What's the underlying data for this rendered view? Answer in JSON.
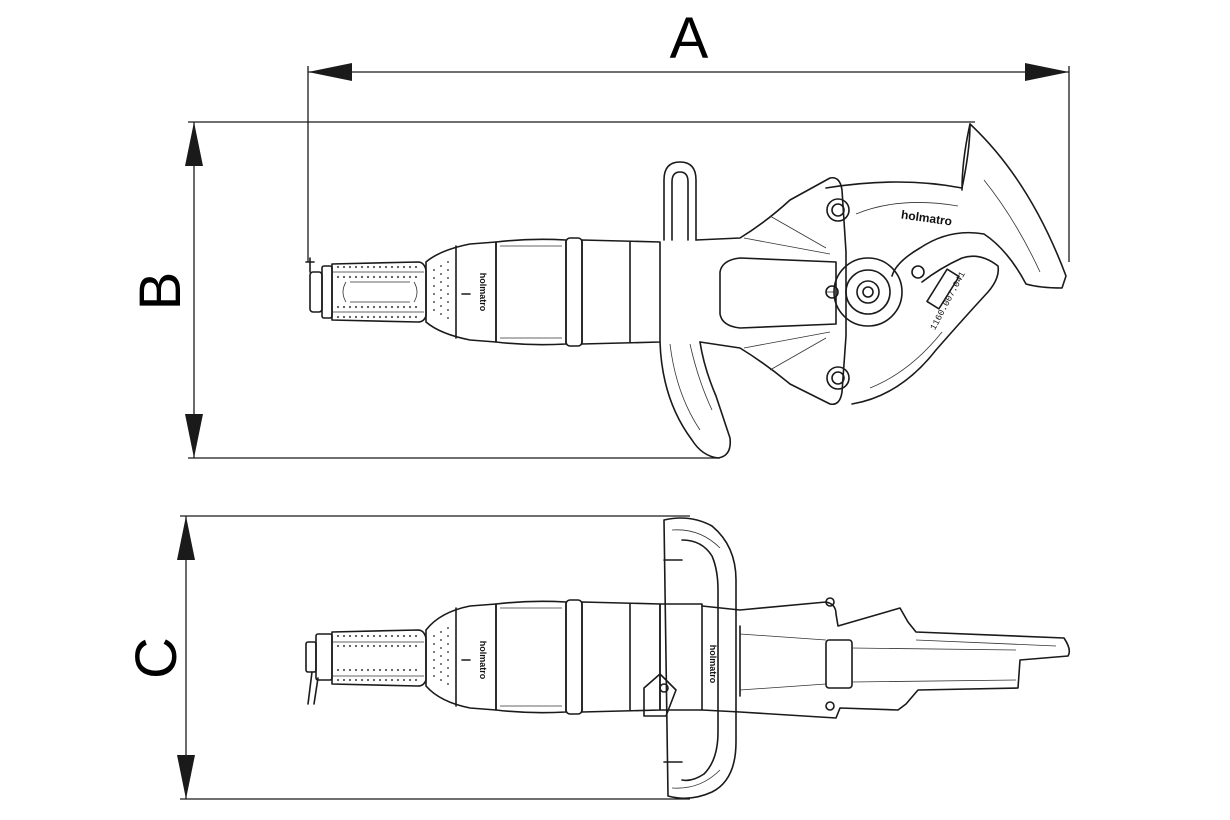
{
  "dimensions": {
    "a_label": "A",
    "b_label": "B",
    "c_label": "C"
  },
  "tool": {
    "brand_top": "holmatro",
    "brand_handle": "holmatro",
    "brand_side": "holmatro",
    "brand_side_handle": "holmatro",
    "serial": "1160.007.041"
  },
  "colors": {
    "line": "#1a1a1a",
    "background": "#ffffff"
  }
}
